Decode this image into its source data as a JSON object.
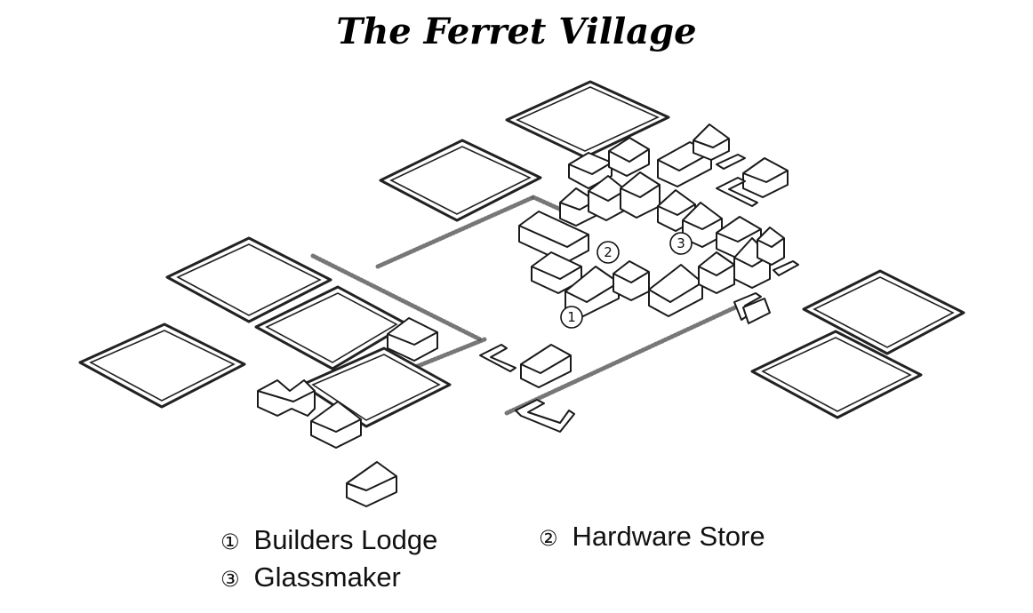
{
  "title": "The Ferret Village",
  "markers": [
    {
      "symbol": "①",
      "num": "1",
      "label": "Builders Lodge"
    },
    {
      "symbol": "②",
      "num": "2",
      "label": "Hardware Store"
    },
    {
      "symbol": "③",
      "num": "3",
      "label": "Glassmaker"
    }
  ]
}
